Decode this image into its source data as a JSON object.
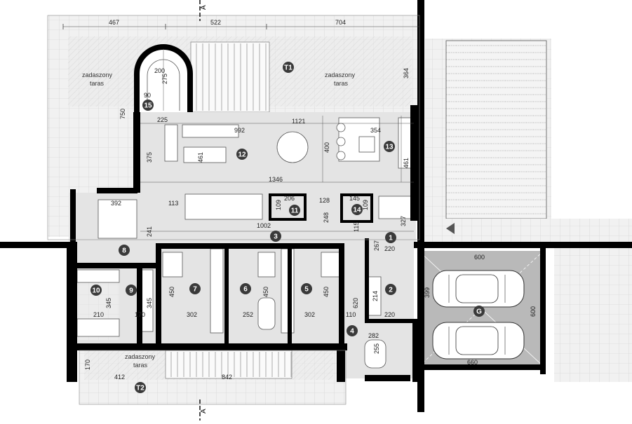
{
  "section_marks": [
    "A",
    "A"
  ],
  "top_dimensions": [
    "467",
    "522",
    "704"
  ],
  "terrace_labels": [
    {
      "line1": "zadaszony",
      "line2": "taras"
    },
    {
      "line1": "zadaszony",
      "line2": "taras"
    },
    {
      "line1": "zadaszony",
      "line2": "taras"
    }
  ],
  "room_badges": [
    "T1",
    "1",
    "2",
    "3",
    "4",
    "5",
    "6",
    "7",
    "8",
    "9",
    "10",
    "11",
    "12",
    "13",
    "14",
    "15",
    "G",
    "T2"
  ],
  "dimensions": {
    "stair_200": "200",
    "stair_275": "275",
    "stair_90": "90",
    "d_750": "750",
    "d_225": "225",
    "d_992": "992",
    "d_1121": "1121",
    "d_354": "354",
    "d_364": "364",
    "d_375": "375",
    "d_461a": "461",
    "d_400": "400",
    "d_461b": "461",
    "d_1346": "1346",
    "d_392": "392",
    "d_113": "113",
    "d_109a": "109",
    "d_206": "206",
    "d_128": "128",
    "d_145": "145",
    "d_109b": "109",
    "d_241": "241",
    "d_1002": "1002",
    "d_248": "248",
    "d_115": "115",
    "d_327": "327",
    "d_267": "267",
    "d_220a": "220",
    "d_600a": "600",
    "d_399": "399",
    "d_450a": "450",
    "d_450b": "450",
    "d_450c": "450",
    "d_302a": "302",
    "d_252": "252",
    "d_302b": "302",
    "d_214": "214",
    "d_220b": "220",
    "d_620": "620",
    "d_110": "110",
    "d_345a": "345",
    "d_345b": "345",
    "d_210": "210",
    "d_170a": "170",
    "d_282": "282",
    "d_255": "255",
    "d_600b": "600",
    "d_660": "660",
    "d_170b": "170",
    "d_412": "412",
    "d_842": "842"
  },
  "colors": {
    "wall": "#000000",
    "room_fill": "#e4e4e4",
    "terrace_fill": "#efefef",
    "garage_fill": "#b9b9b9",
    "badge": "#3a3a3a"
  }
}
